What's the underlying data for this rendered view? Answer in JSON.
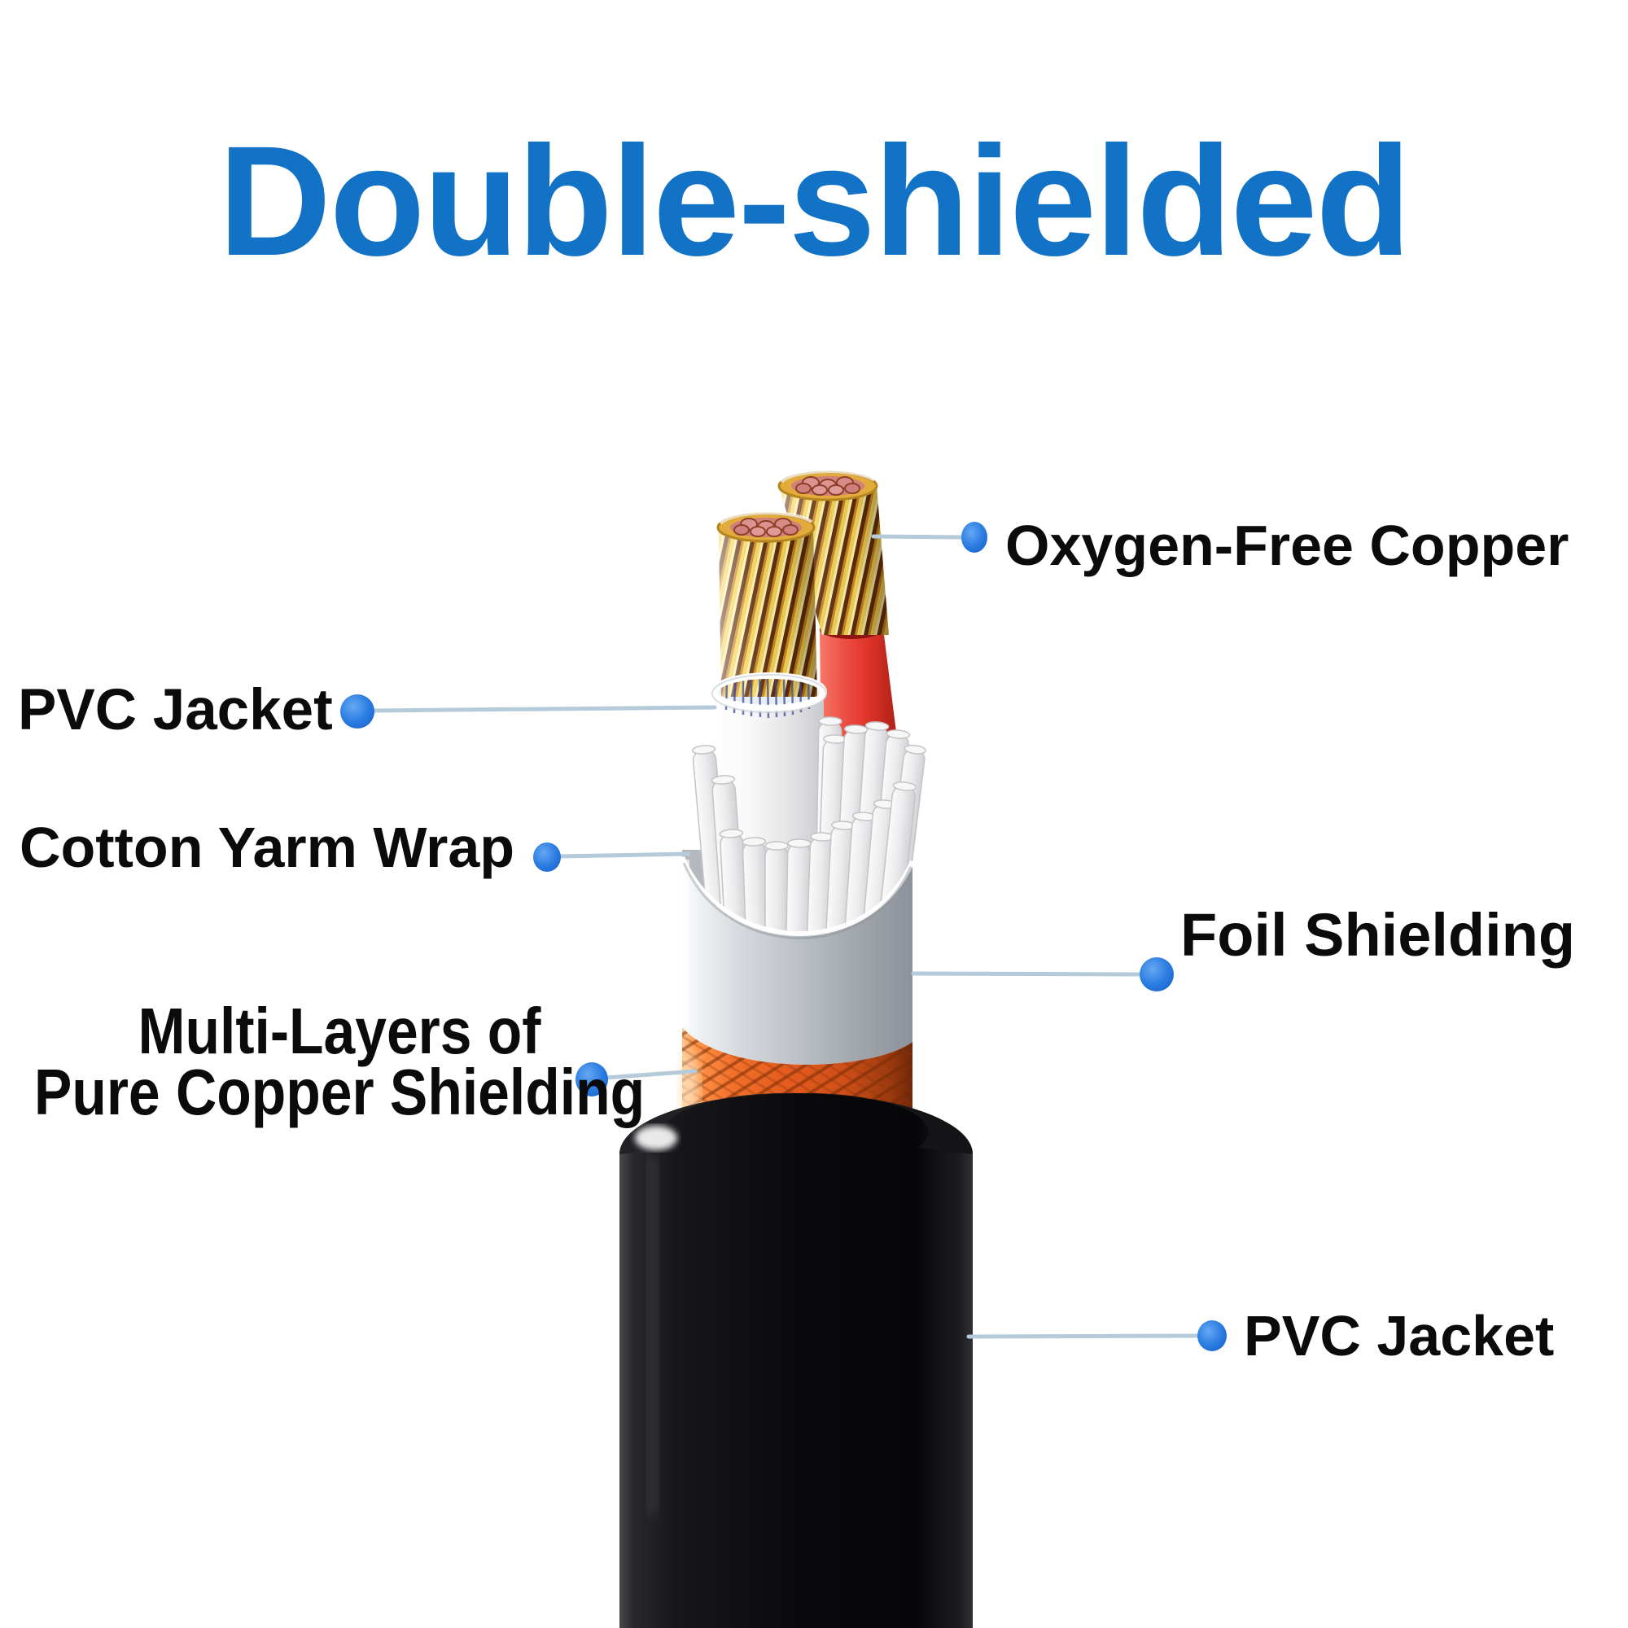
{
  "title": {
    "text": "Double-shielded"
  },
  "labels": {
    "oxygen_free_copper": "Oxygen-Free Copper",
    "pvc_jacket_left": "PVC Jacket",
    "cotton_yarn_wrap": "Cotton Yarm Wrap",
    "multi_layers_line1": "Multi-Layers of",
    "multi_layers_line2": "Pure Copper Shielding",
    "foil_shielding": "Foil Shielding",
    "pvc_jacket_bottom": "PVC Jacket"
  },
  "colors": {
    "title_blue": "#1272C5",
    "callout_dot_blue": "#2B7DE2",
    "leader_line": "#B5CBD9",
    "label_text": "#0B0B0B",
    "copper_gold": "#F6D355",
    "copper_braid_orange": "#E55C1E",
    "foil_silver": "#BCC1C7",
    "wire_red": "#DD3229",
    "jacket_black": "#0A0A0C"
  }
}
